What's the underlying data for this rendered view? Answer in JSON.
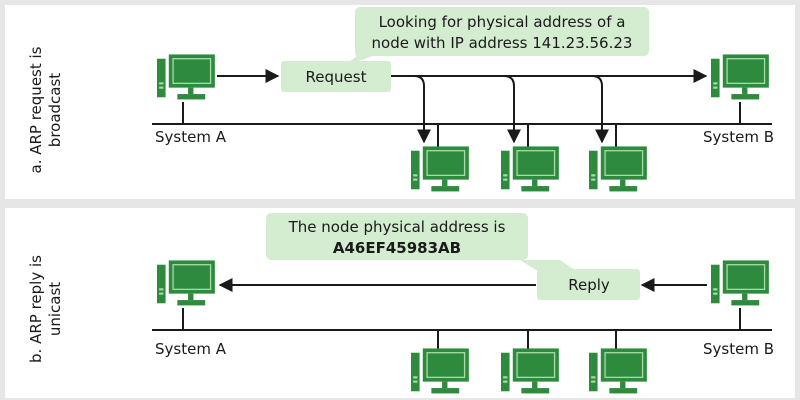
{
  "panel_a": {
    "title": "a. ARP request is broadcast",
    "message_label": "Request",
    "callout": [
      "Looking for physical address of a",
      "node with IP address 141.23.56.23"
    ],
    "left_system": "System A",
    "right_system": "System B"
  },
  "panel_b": {
    "title": "b. ARP reply is unicast",
    "message_label": "Reply",
    "callout": [
      "The node physical address is",
      "A46EF45983AB"
    ],
    "left_system": "System A",
    "right_system": "System B"
  },
  "colors": {
    "computer": "#2e8b3e",
    "computer_light": "#a9dba9",
    "callout_fill": "#d4ecd0",
    "line": "#1a1a1a",
    "background": "#e6e6e6"
  },
  "icons": [
    "computer-icon"
  ]
}
